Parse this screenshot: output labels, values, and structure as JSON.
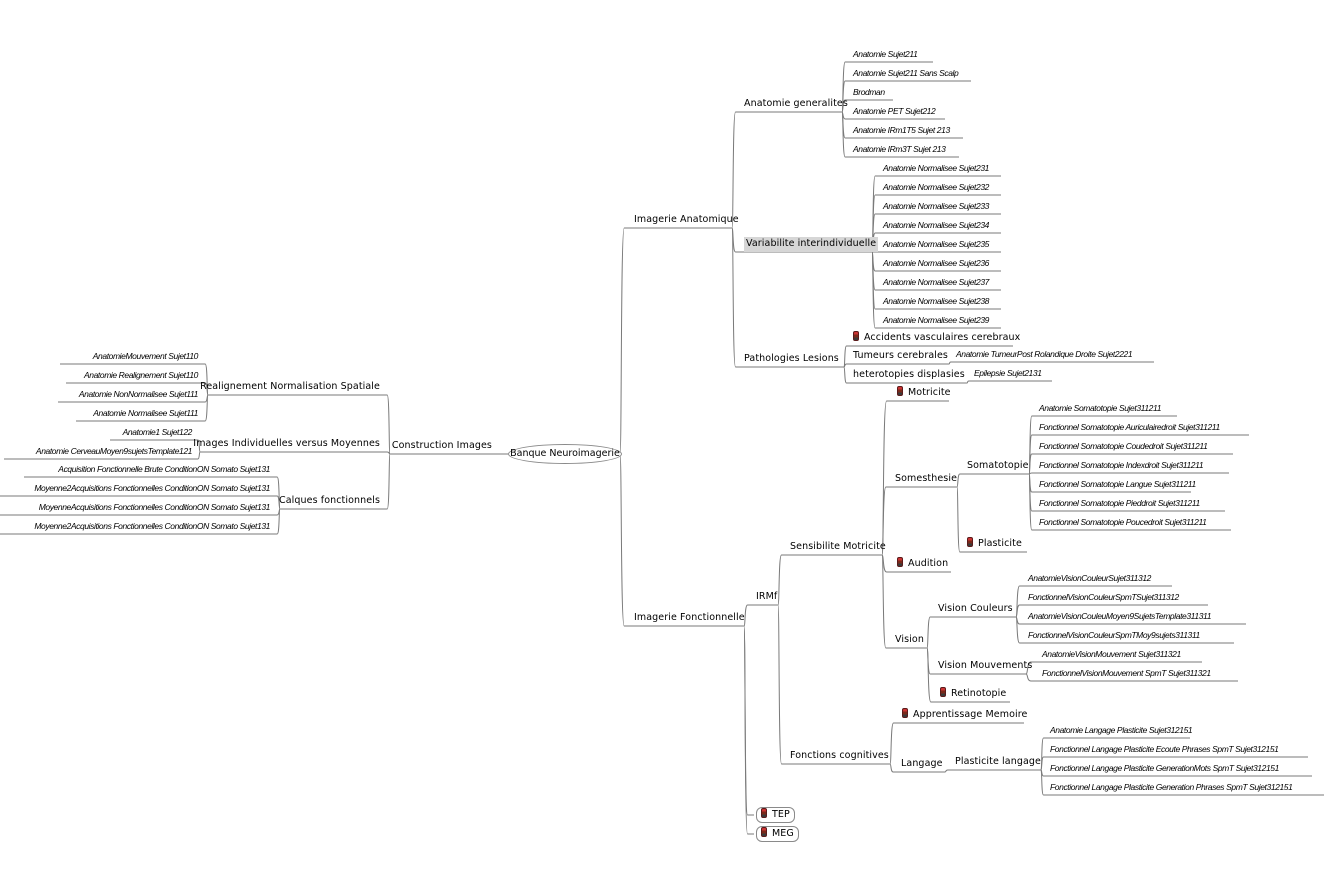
{
  "root": {
    "label": "Banque Neuroimagerie"
  },
  "right": [
    {
      "label": "Imagerie Anatomique",
      "children": [
        {
          "label": "Anatomie generalites",
          "children": [
            {
              "label": "Anatomie Sujet211"
            },
            {
              "label": "Anatomie Sujet211 Sans Scalp"
            },
            {
              "label": "Brodman"
            },
            {
              "label": "Anatomie PET Sujet212"
            },
            {
              "label": "Anatomie IRm1T5 Sujet 213"
            },
            {
              "label": "Anatomie IRm3T Sujet 213"
            }
          ]
        },
        {
          "label": "Variabilite interindividuelle",
          "selected": true,
          "children": [
            {
              "label": "Anatomie Normalisee Sujet231"
            },
            {
              "label": "Anatomie Normalisee Sujet232"
            },
            {
              "label": "Anatomie Normalisee Sujet233"
            },
            {
              "label": "Anatomie Normalisee Sujet234"
            },
            {
              "label": "Anatomie Normalisee Sujet235"
            },
            {
              "label": "Anatomie Normalisee Sujet236"
            },
            {
              "label": "Anatomie Normalisee Sujet237"
            },
            {
              "label": "Anatomie Normalisee Sujet238"
            },
            {
              "label": "Anatomie Normalisee Sujet239"
            }
          ]
        },
        {
          "label": "Pathologies Lesions",
          "children": [
            {
              "label": "Accidents vasculaires cerebraux",
              "icon": "traffic-light-icon"
            },
            {
              "label": "Tumeurs cerebrales",
              "children": [
                {
                  "label": "Anatomie TumeurPost Rolandique Droite Sujet2221"
                }
              ]
            },
            {
              "label": "heterotopies displasies",
              "children": [
                {
                  "label": "Epilepsie Sujet2131"
                }
              ]
            }
          ]
        }
      ]
    },
    {
      "label": "Imagerie Fonctionnelle",
      "children": [
        {
          "label": "IRMf",
          "children": [
            {
              "label": "Sensibilite Motricite",
              "children": [
                {
                  "label": "Motricite",
                  "icon": "traffic-light-icon"
                },
                {
                  "label": "Somesthesie",
                  "children": [
                    {
                      "label": "Somatotopie",
                      "children": [
                        {
                          "label": "Anatomie Somatotopie Sujet311211"
                        },
                        {
                          "label": "Fonctionnel Somatotopie Auriculairedroit Sujet311211"
                        },
                        {
                          "label": "Fonctionnel Somatotopie Coudedroit Sujet311211"
                        },
                        {
                          "label": "Fonctionnel Somatotopie Indexdroit Sujet311211"
                        },
                        {
                          "label": "Fonctionnel Somatotopie Langue Sujet311211"
                        },
                        {
                          "label": "Fonctionnel Somatotopie Pieddroit Sujet311211"
                        },
                        {
                          "label": "Fonctionnel Somatotopie Poucedroit Sujet311211"
                        }
                      ]
                    },
                    {
                      "label": "Plasticite",
                      "icon": "traffic-light-icon"
                    }
                  ]
                },
                {
                  "label": "Audition",
                  "icon": "traffic-light-icon"
                },
                {
                  "label": "Vision",
                  "children": [
                    {
                      "label": "Vision Couleurs",
                      "children": [
                        {
                          "label": "AnatomieVisionCouleurSujet311312"
                        },
                        {
                          "label": "FonctionnelVisionCouleurSpmTSujet311312"
                        },
                        {
                          "label": "AnatomieVisionCouleuMoyen9SujetsTemplate311311"
                        },
                        {
                          "label": "FonctionnelVisionCouleurSpmTMoy9sujets311311"
                        }
                      ]
                    },
                    {
                      "label": "Vision Mouvements",
                      "children": [
                        {
                          "label": "AnatomieVisionMouvement Sujet311321"
                        },
                        {
                          "label": "FonctionnelVisionMouvement SpmT Sujet311321"
                        }
                      ]
                    },
                    {
                      "label": "Retinotopie",
                      "icon": "traffic-light-icon"
                    }
                  ]
                }
              ]
            },
            {
              "label": "Fonctions cognitives",
              "children": [
                {
                  "label": "Apprentissage Memoire",
                  "icon": "traffic-light-icon"
                },
                {
                  "label": "Langage",
                  "children": [
                    {
                      "label": "Plasticite langage",
                      "children": [
                        {
                          "label": "Anatomie Langage Plasticite Sujet312151"
                        },
                        {
                          "label": "Fonctionnel Langage Plasticite Ecoute Phrases SpmT Sujet312151"
                        },
                        {
                          "label": "Fonctionnel Langage Plasticite GenerationMots SpmT Sujet312151"
                        },
                        {
                          "label": "Fonctionnel Langage Plasticite Generation Phrases SpmT Sujet312151"
                        }
                      ]
                    }
                  ]
                }
              ]
            }
          ]
        },
        {
          "label": "TEP",
          "icon": "traffic-light-icon",
          "boxed": true
        },
        {
          "label": "MEG",
          "icon": "traffic-light-icon",
          "boxed": true
        }
      ]
    }
  ],
  "left": [
    {
      "label": "Construction Images",
      "children": [
        {
          "label": "Realignement Normalisation Spatiale",
          "children": [
            {
              "label": "AnatomieMouvement Sujet110"
            },
            {
              "label": "Anatomie Realignement Sujet110"
            },
            {
              "label": "Anatomie NonNormalisee Sujet111"
            },
            {
              "label": "Anatomie Normalisee Sujet111"
            }
          ]
        },
        {
          "label": "Images Individuelles versus Moyennes",
          "children": [
            {
              "label": "Anatomie1 Sujet122"
            },
            {
              "label": "Anatomie CerveauMoyen9sujetsTemplate121"
            }
          ]
        },
        {
          "label": "Calques fonctionnels",
          "children": [
            {
              "label": "Acquisition Fonctionnelle Brute ConditionON Somato Sujet131"
            },
            {
              "label": "Moyenne2Acquisitions Fonctionnelles ConditionON Somato Sujet131"
            },
            {
              "label": "MoyenneAcquisitions Fonctionnelles ConditionON Somato Sujet131"
            },
            {
              "label": "Moyenne2Acquisitions Fonctionnelles ConditionON Somato Sujet131"
            }
          ]
        }
      ]
    }
  ]
}
